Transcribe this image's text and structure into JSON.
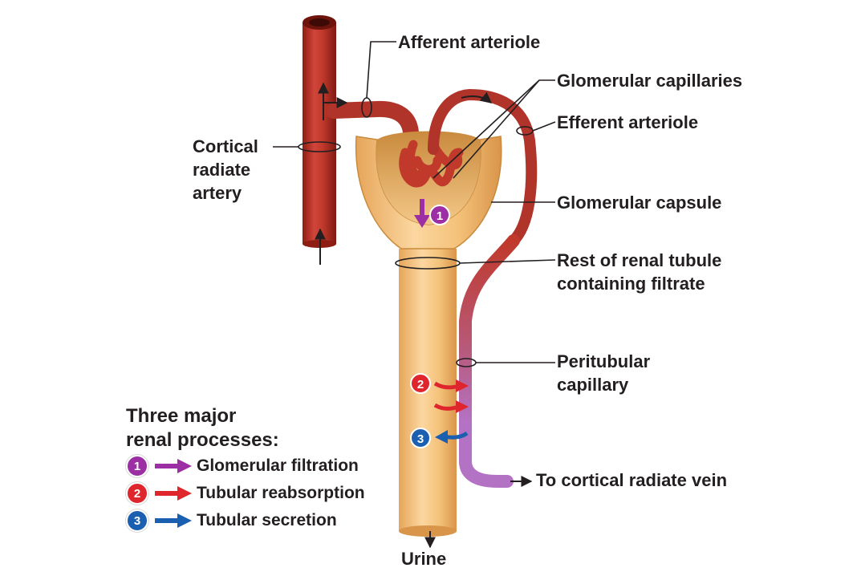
{
  "labels": {
    "afferent_arteriole": "Afferent arteriole",
    "glomerular_capillaries": "Glomerular capillaries",
    "efferent_arteriole": "Efferent arteriole",
    "cortical_radiate_artery": [
      "Cortical",
      "radiate",
      "artery"
    ],
    "glomerular_capsule": "Glomerular capsule",
    "rest_of_renal_tubule": [
      "Rest of renal tubule",
      "containing filtrate"
    ],
    "peritubular_capillary": [
      "Peritubular",
      "capillary"
    ],
    "to_cortical_radiate_vein": "To cortical radiate vein",
    "urine": "Urine"
  },
  "legend": {
    "title": [
      "Three major",
      "renal processes:"
    ],
    "items": [
      {
        "number": "1",
        "label": "Glomerular filtration",
        "color": "#9b2fa3"
      },
      {
        "number": "2",
        "label": "Tubular reabsorption",
        "color": "#e0262d"
      },
      {
        "number": "3",
        "label": "Tubular secretion",
        "color": "#1a5fb0"
      }
    ]
  },
  "process_markers": [
    {
      "number": "1",
      "color": "#9b2fa3"
    },
    {
      "number": "2",
      "color": "#e0262d"
    },
    {
      "number": "3",
      "color": "#1a5fb0"
    }
  ],
  "colors": {
    "artery": "#c0392b",
    "tubule": "#f4c27a",
    "vein_purple": "#b472c4"
  }
}
